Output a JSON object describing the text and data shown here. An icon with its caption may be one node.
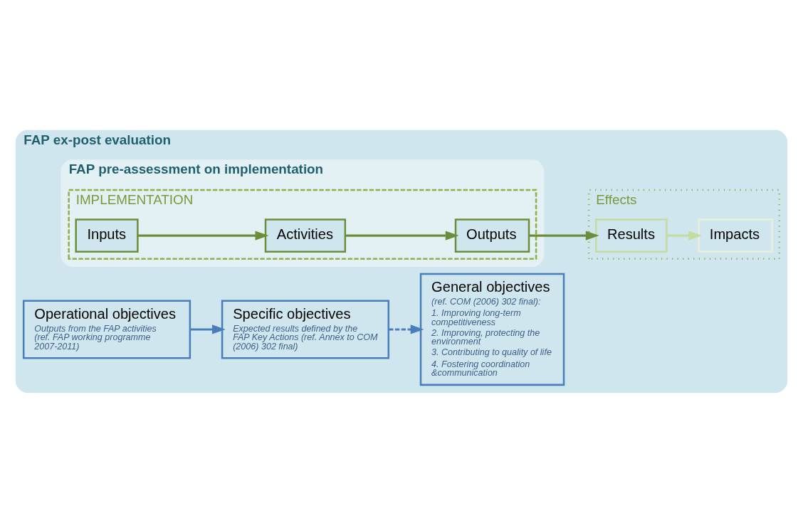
{
  "diagram": {
    "nodes": [
      {
        "text": [
          "FAP ex-post evaluation"
        ]
      },
      {
        "text": [
          "General objectives",
          "(ref. COM (2006) 302 final):",
          "1. Improving long-term competitiveness",
          "2. Improving, protecting the environment",
          "3. Contributing to quality of life",
          "4. Fostering coordination &communication"
        ],
        "in": 0
      },
      {
        "text": [
          "Specific objectives",
          "Expected results defined by the FAP Key Actions (ref. Annex to COM (2006) 302 final)"
        ],
        "in": 0
      },
      {
        "text": [
          "Operational objectives",
          "Outputs from the FAP activities (ref. FAP working programme 2007-2011)"
        ],
        "in": 0
      },
      {
        "text": [
          "FAP pre-assessment on implementation"
        ],
        "in": 0
      },
      {
        "text": [
          "IMPLEMENTATION"
        ],
        "in": 4
      },
      {
        "text": [
          "Inputs"
        ],
        "in": 5
      },
      {
        "text": [
          "Activities"
        ],
        "in": 5
      },
      {
        "text": [
          "Outputs"
        ],
        "in": 5
      },
      {
        "text": [
          "Effects"
        ],
        "in": 0
      },
      {
        "text": [
          "Results"
        ],
        "in": 9
      },
      {
        "text": [
          "Impacts"
        ],
        "in": 9
      }
    ],
    "edges": [
      {
        "from": 3,
        "to": 2,
        "arrow": "to",
        "color": "#4a7ebb"
      },
      {
        "from": 2,
        "to": 1,
        "arrow": "to",
        "style": "dashed",
        "color": "#4a7ebb"
      },
      {
        "from": 6,
        "to": 7,
        "arrow": "to"
      },
      {
        "from": 7,
        "to": 8,
        "arrow": "to"
      },
      {
        "from": 8,
        "to": 10,
        "arrow": "to"
      },
      {
        "from": 10,
        "to": 11,
        "arrow": "to",
        "color": "#c5dba0"
      }
    ]
  }
}
